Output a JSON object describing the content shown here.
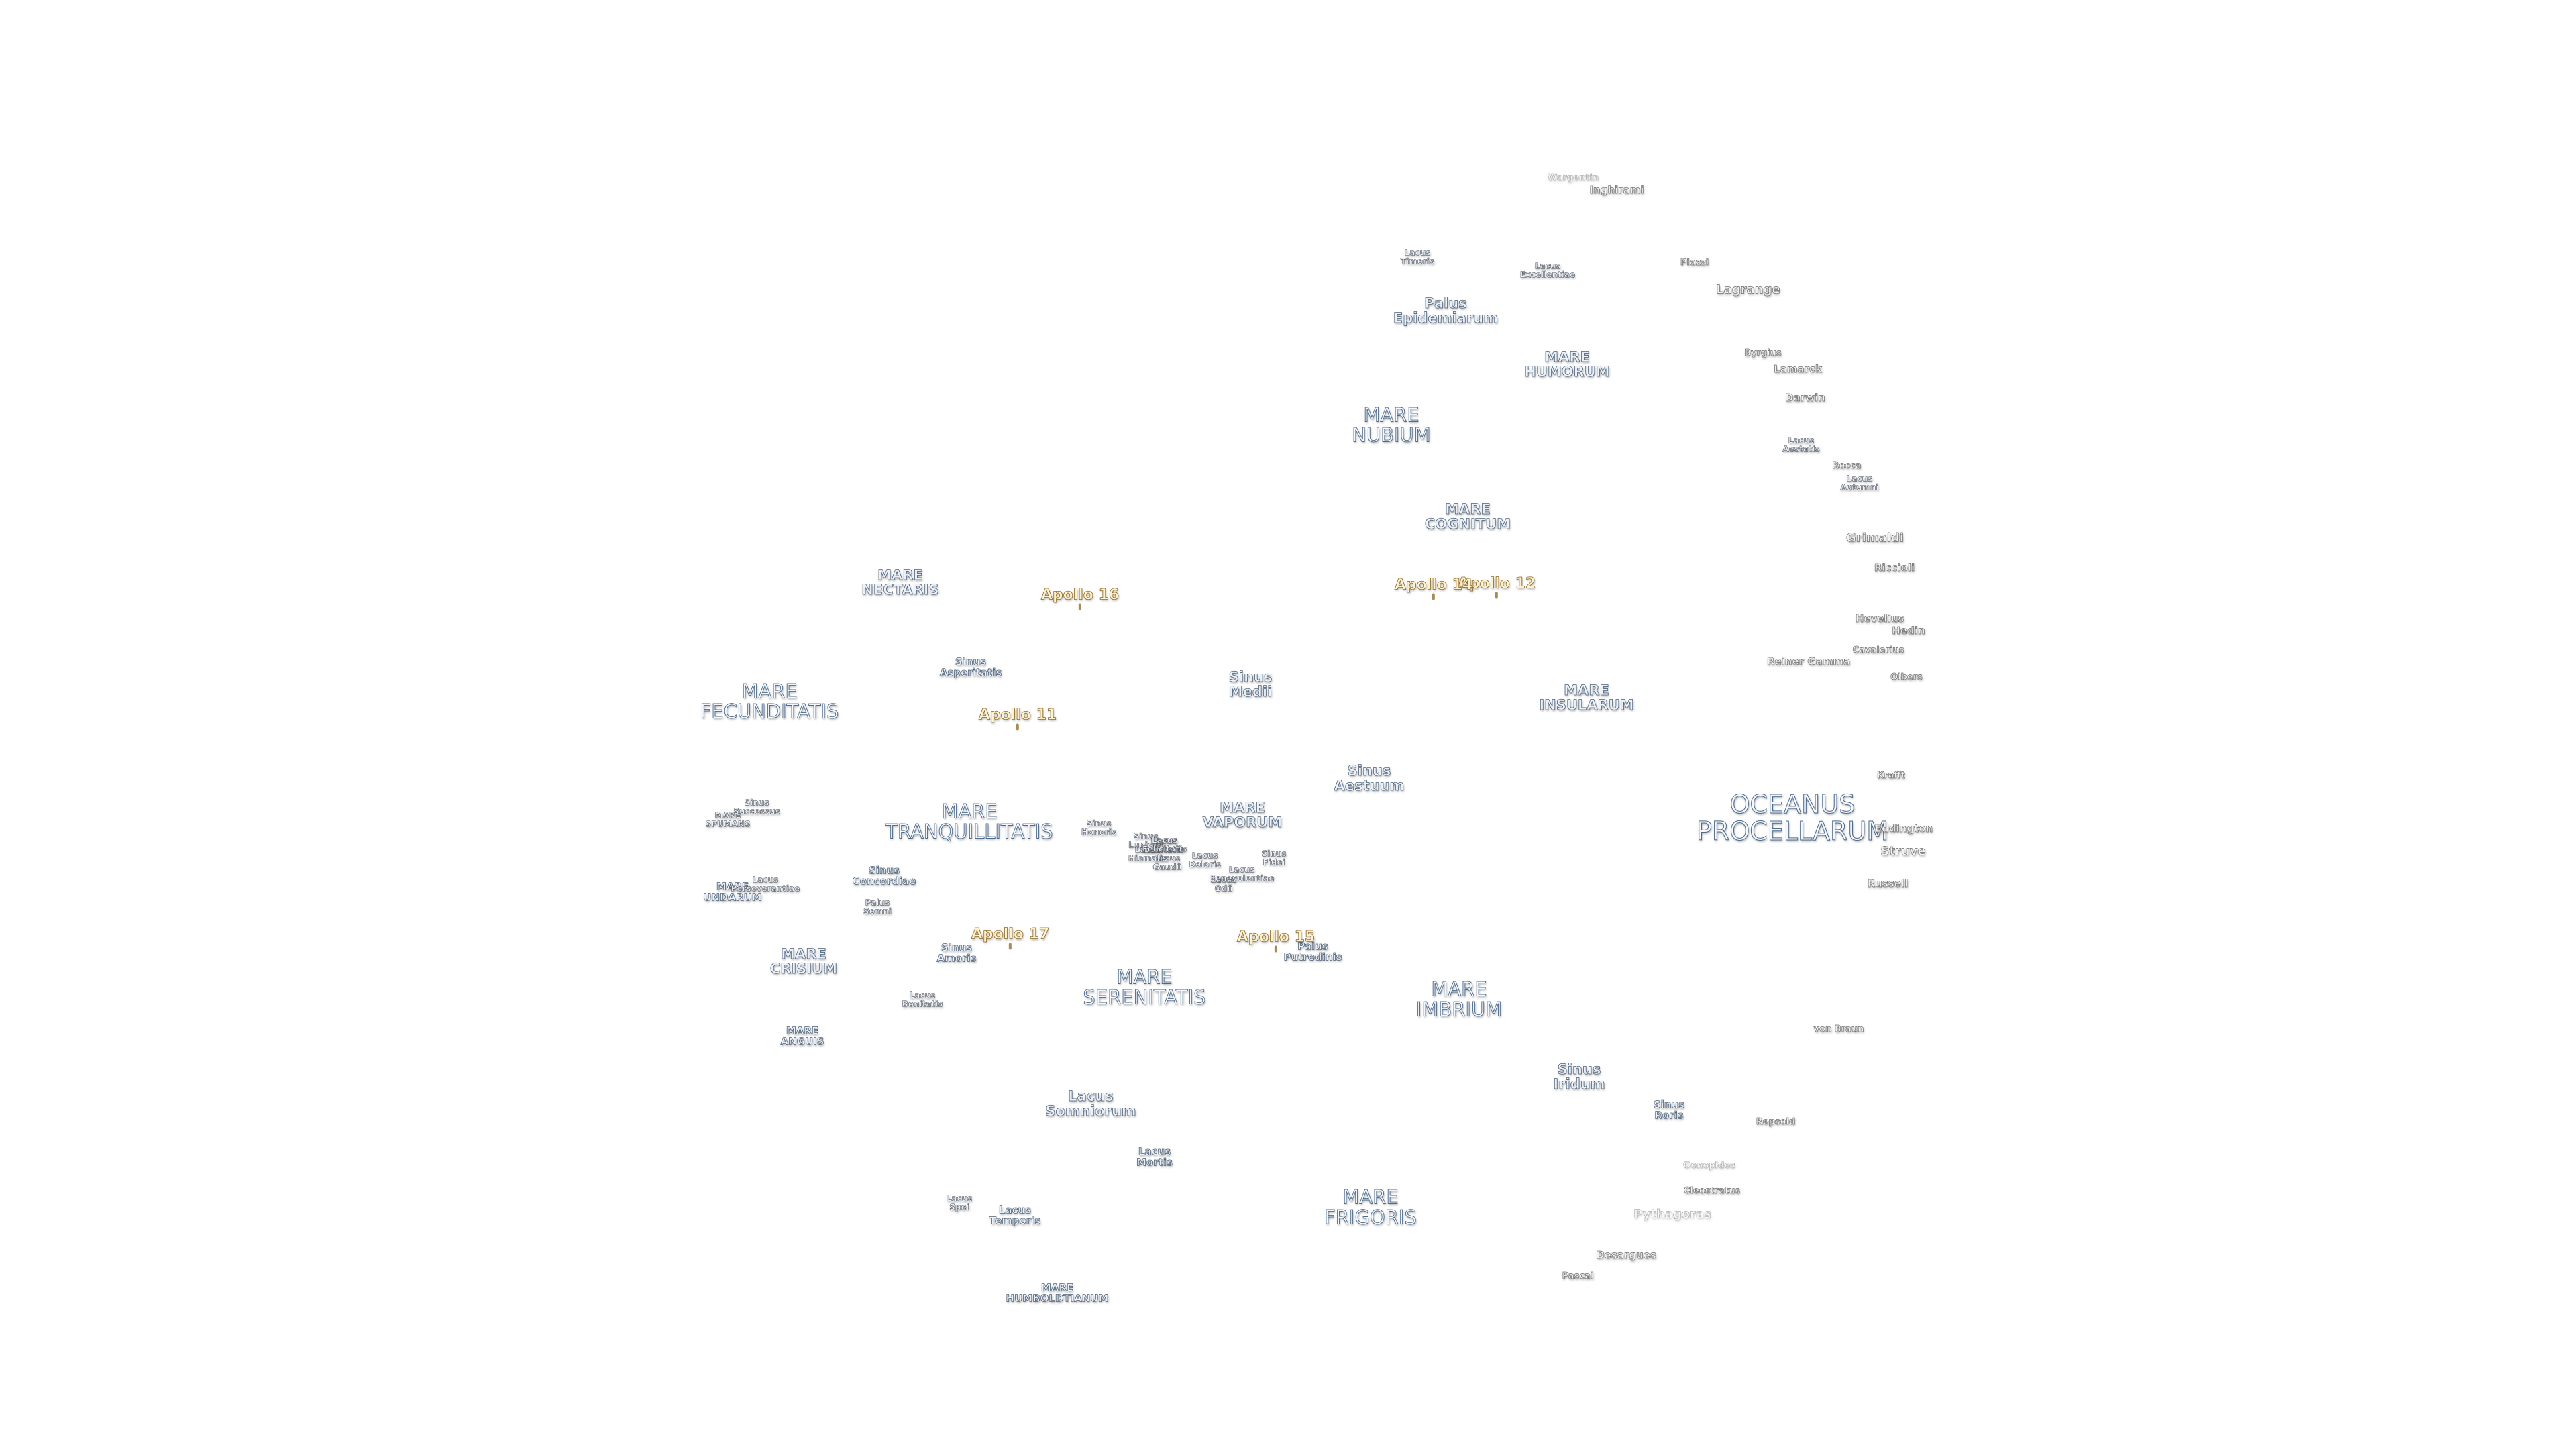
{
  "labels": [
    {
      "name": "Oceanus Procellarum",
      "lines": [
        "OCEANUS",
        "PROCELLARUM"
      ],
      "size": "s-xl"
    },
    {
      "name": "Mare Imbrium",
      "lines": [
        "MARE",
        "IMBRIUM"
      ],
      "size": "s-l"
    },
    {
      "name": "Mare Frigoris",
      "lines": [
        "MARE",
        "FRIGORIS"
      ],
      "size": "s-l"
    },
    {
      "name": "Mare Tranquillitatis",
      "lines": [
        "MARE",
        "TRANQUILLITATIS"
      ],
      "size": "s-l"
    },
    {
      "name": "Mare Serenitatis",
      "lines": [
        "MARE",
        "SERENITATIS"
      ],
      "size": "s-l"
    },
    {
      "name": "Mare Fecunditatis",
      "lines": [
        "MARE",
        "FECUNDITATIS"
      ],
      "size": "s-l"
    },
    {
      "name": "Mare Nubium",
      "lines": [
        "MARE",
        "NUBIUM"
      ],
      "size": "s-l"
    },
    {
      "name": "Mare Crisium",
      "lines": [
        "MARE",
        "CRISIUM"
      ],
      "size": "s-m"
    },
    {
      "name": "Mare Insularum",
      "lines": [
        "MARE",
        "INSULARUM"
      ],
      "size": "s-m"
    },
    {
      "name": "Mare Humorum",
      "lines": [
        "MARE",
        "HUMORUM"
      ],
      "size": "s-m"
    },
    {
      "name": "Mare Nectaris",
      "lines": [
        "MARE",
        "NECTARIS"
      ],
      "size": "s-m"
    },
    {
      "name": "Mare Cognitum",
      "lines": [
        "MARE",
        "COGNITUM"
      ],
      "size": "s-m"
    },
    {
      "name": "Mare Vaporum",
      "lines": [
        "MARE",
        "VAPORUM"
      ],
      "size": "s-m"
    },
    {
      "name": "Lacus Somniorum",
      "lines": [
        "Lacus",
        "Somniorum"
      ],
      "size": "s-m"
    },
    {
      "name": "Sinus Aestuum",
      "lines": [
        "Sinus",
        "Aestuum"
      ],
      "size": "s-m"
    },
    {
      "name": "Sinus Medii",
      "lines": [
        "Sinus",
        "Medii"
      ],
      "size": "s-m"
    },
    {
      "name": "Sinus Iridum",
      "lines": [
        "Sinus",
        "Iridum"
      ],
      "size": "s-m"
    },
    {
      "name": "Palus Epidemiarum",
      "lines": [
        "Palus",
        "Epidemiarum"
      ],
      "size": "s-m"
    },
    {
      "name": "Mare Humboldtianum",
      "lines": [
        "MARE",
        "HUMBOLDTIANUM"
      ],
      "size": "s-s"
    },
    {
      "name": "Mare Anguis",
      "lines": [
        "MARE",
        "ANGUIS"
      ],
      "size": "s-s"
    },
    {
      "name": "Mare Undarum",
      "lines": [
        "MARE",
        "UNDARUM"
      ],
      "size": "s-s"
    },
    {
      "name": "Mare Spumans",
      "lines": [
        "MARE",
        "SPUMANS"
      ],
      "size": "s-xs"
    },
    {
      "name": "Sinus Asperitatis",
      "lines": [
        "Sinus",
        "Asperitatis"
      ],
      "size": "s-s"
    },
    {
      "name": "Sinus Concordiae",
      "lines": [
        "Sinus",
        "Concordiae"
      ],
      "size": "s-s"
    },
    {
      "name": "Sinus Amoris",
      "lines": [
        "Sinus",
        "Amoris"
      ],
      "size": "s-s"
    },
    {
      "name": "Sinus Roris",
      "lines": [
        "Sinus",
        "Roris"
      ],
      "size": "s-s"
    },
    {
      "name": "Palus Putredinis",
      "lines": [
        "Palus",
        "Putredinis"
      ],
      "size": "s-s"
    },
    {
      "name": "Palus Somni",
      "lines": [
        "Palus",
        "Somni"
      ],
      "size": "s-xs"
    },
    {
      "name": "Lacus Mortis",
      "lines": [
        "Lacus",
        "Mortis"
      ],
      "size": "s-s"
    },
    {
      "name": "Lacus Temporis",
      "lines": [
        "Lacus",
        "Temporis"
      ],
      "size": "s-s"
    },
    {
      "name": "Lacus Spei",
      "lines": [
        "Lacus",
        "Spei"
      ],
      "size": "s-xs"
    },
    {
      "name": "Lacus Bonitatis",
      "lines": [
        "Lacus",
        "Bonitatis"
      ],
      "size": "s-xs"
    },
    {
      "name": "Lacus Timoris",
      "lines": [
        "Lacus",
        "Timoris"
      ],
      "size": "s-xs"
    },
    {
      "name": "Lacus Excellentiae",
      "lines": [
        "Lacus",
        "Excellentiae"
      ],
      "size": "s-xs"
    },
    {
      "name": "Lacus Aestatis",
      "lines": [
        "Lacus",
        "Aestatis"
      ],
      "size": "s-xs"
    },
    {
      "name": "Lacus Autumni",
      "lines": [
        "Lacus",
        "Autumni"
      ],
      "size": "s-xs"
    },
    {
      "name": "Sinus Successus",
      "lines": [
        "Sinus",
        "Successus"
      ],
      "size": "s-xs"
    },
    {
      "name": "Lacus Perseverantiae",
      "lines": [
        "Lacus",
        "Perseverantiae"
      ],
      "size": "s-xs"
    },
    {
      "name": "Sinus Honoris",
      "lines": [
        "Sinus",
        "Honoris"
      ],
      "size": "s-xs"
    },
    {
      "name": "Sinus Lunicus",
      "lines": [
        "Sinus",
        "Lunicus"
      ],
      "size": "s-xs"
    },
    {
      "name": "Sinus Fidei",
      "lines": [
        "Sinus",
        "Fidei"
      ],
      "size": "s-xs"
    },
    {
      "name": "Lacus Doloris",
      "lines": [
        "Lacus",
        "Doloris"
      ],
      "size": "s-xs"
    },
    {
      "name": "Lacus Gaudii",
      "lines": [
        "Lacus",
        "Gaudii"
      ],
      "size": "s-xs"
    },
    {
      "name": "Lacus Odii",
      "lines": [
        "Lacus",
        "Odii"
      ],
      "size": "s-xs"
    },
    {
      "name": "Lacus Hiemalis",
      "lines": [
        "Lacus",
        "Hiemalis"
      ],
      "size": "s-xs"
    },
    {
      "name": "Lacus Lenitatis",
      "lines": [
        "Lacus",
        "Lenitatis"
      ],
      "size": "s-xs"
    },
    {
      "name": "Lacus Benevolentiae",
      "lines": [
        "Lacus",
        "Benevolentiae"
      ],
      "size": "s-xs"
    },
    {
      "name": "Lacus Felicitatis",
      "lines": [
        "Lacus",
        "Felicitatis"
      ],
      "size": "s-xs"
    }
  ],
  "craters": [
    {
      "name": "Grimaldi",
      "size": "c-m",
      "faint": false
    },
    {
      "name": "Lagrange",
      "size": "c-m",
      "faint": false
    },
    {
      "name": "Struve",
      "size": "c-m",
      "faint": false
    },
    {
      "name": "Pythagoras",
      "size": "c-m",
      "faint": true
    },
    {
      "name": "Hevelius",
      "size": "c-s",
      "faint": false
    },
    {
      "name": "Hedin",
      "size": "c-s",
      "faint": false
    },
    {
      "name": "Riccioli",
      "size": "c-s",
      "faint": false
    },
    {
      "name": "Darwin",
      "size": "c-s",
      "faint": false
    },
    {
      "name": "Lamarck",
      "size": "c-s",
      "faint": false
    },
    {
      "name": "Inghirami",
      "size": "c-s",
      "faint": false
    },
    {
      "name": "Reiner Gamma",
      "size": "c-s",
      "faint": false
    },
    {
      "name": "Eddington",
      "size": "c-s",
      "faint": false
    },
    {
      "name": "Russell",
      "size": "c-s",
      "faint": false
    },
    {
      "name": "Desargues",
      "size": "c-s",
      "faint": false
    },
    {
      "name": "Byrgius",
      "size": "c-xs",
      "faint": false
    },
    {
      "name": "Piazzi",
      "size": "c-xs",
      "faint": false
    },
    {
      "name": "Rocca",
      "size": "c-xs",
      "faint": false
    },
    {
      "name": "Cavalerius",
      "size": "c-xs",
      "faint": false
    },
    {
      "name": "Olbers",
      "size": "c-xs",
      "faint": false
    },
    {
      "name": "Krafft",
      "size": "c-xs",
      "faint": false
    },
    {
      "name": "von Braun",
      "size": "c-xs",
      "faint": false
    },
    {
      "name": "Repsold",
      "size": "c-xs",
      "faint": false
    },
    {
      "name": "Cleostratus",
      "size": "c-xs",
      "faint": false
    },
    {
      "name": "Oenopides",
      "size": "c-xs",
      "faint": true
    },
    {
      "name": "Pascal",
      "size": "c-xs",
      "faint": false
    },
    {
      "name": "Wargentin",
      "size": "c-xs",
      "faint": true
    }
  ],
  "apollo": [
    {
      "name": "Apollo 11"
    },
    {
      "name": "Apollo 12"
    },
    {
      "name": "Apollo 14"
    },
    {
      "name": "Apollo 15"
    },
    {
      "name": "Apollo 16"
    },
    {
      "name": "Apollo 17"
    }
  ]
}
